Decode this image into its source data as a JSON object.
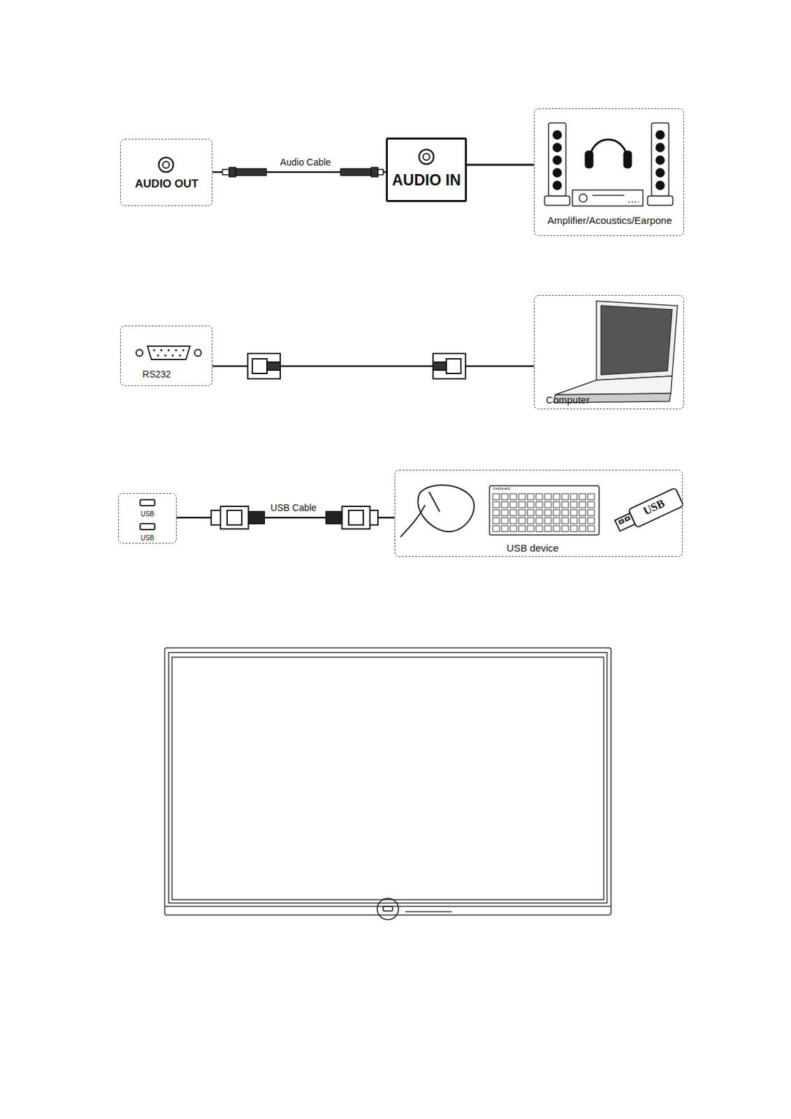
{
  "diagram": {
    "nodes": [
      {
        "text": [
          "AUDIO OUT"
        ]
      },
      {
        "text": [
          "AUDIO IN"
        ]
      },
      {
        "text": [
          "Amplifier/Acoustics/Earpone"
        ]
      },
      {
        "text": [
          "RS232"
        ]
      },
      {
        "text": [
          "Computer"
        ]
      },
      {
        "text": [
          "USB",
          "USB"
        ]
      },
      {
        "text": [
          "USB device"
        ]
      }
    ],
    "edges": [
      {
        "from": 0,
        "to": 1,
        "label": "Audio Cable",
        "arrow": "none"
      },
      {
        "from": 1,
        "to": 2,
        "arrow": "none"
      },
      {
        "from": 3,
        "to": 4,
        "arrow": "none"
      },
      {
        "from": 5,
        "to": 6,
        "label": "USB Cable",
        "arrow": "none"
      }
    ],
    "labels": [
      "Keyboard",
      "USB"
    ]
  }
}
